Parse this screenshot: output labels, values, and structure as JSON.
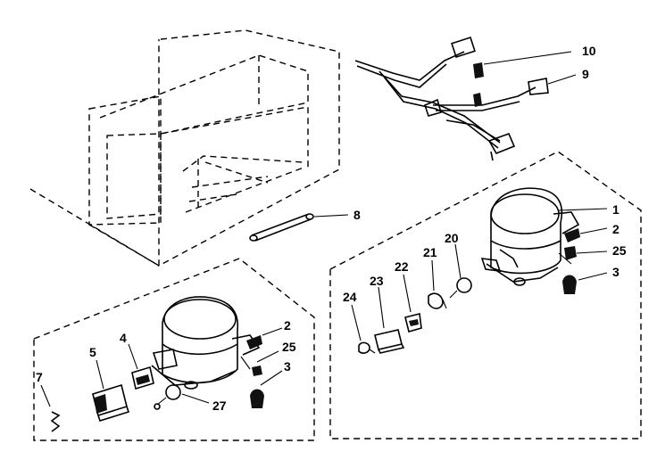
{
  "diagram": {
    "callouts": {
      "c1": "1",
      "c2_right": "2",
      "c25_right": "25",
      "c3_right": "3",
      "c8": "8",
      "c9": "9",
      "c10": "10",
      "c20": "20",
      "c21": "21",
      "c22": "22",
      "c23": "23",
      "c24": "24",
      "c2_left": "2",
      "c25_left": "25",
      "c3_left": "3",
      "c4": "4",
      "c5": "5",
      "c7": "7",
      "c27": "27"
    },
    "parts": [
      {
        "callout": "1",
        "icon": "compressor-icon"
      },
      {
        "callout": "2",
        "icon": "clip-icon"
      },
      {
        "callout": "3",
        "icon": "grommet-icon"
      },
      {
        "callout": "4",
        "icon": "relay-icon"
      },
      {
        "callout": "5",
        "icon": "overload-protector-icon"
      },
      {
        "callout": "7",
        "icon": "spring-clip-icon"
      },
      {
        "callout": "8",
        "icon": "drier-icon"
      },
      {
        "callout": "9",
        "icon": "wire-harness-icon"
      },
      {
        "callout": "10",
        "icon": "wire-nut-icon"
      },
      {
        "callout": "20",
        "icon": "cap-icon"
      },
      {
        "callout": "21",
        "icon": "clamp-icon"
      },
      {
        "callout": "22",
        "icon": "bracket-icon"
      },
      {
        "callout": "23",
        "icon": "relay-icon"
      },
      {
        "callout": "24",
        "icon": "clip-icon"
      },
      {
        "callout": "25",
        "icon": "washer-icon"
      },
      {
        "callout": "27",
        "icon": "capacitor-icon"
      }
    ]
  }
}
